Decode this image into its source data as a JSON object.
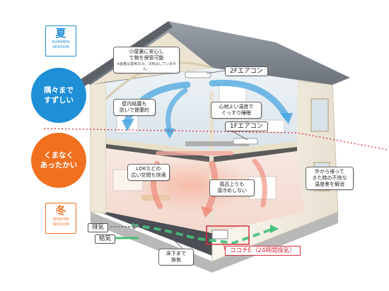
{
  "seasons": {
    "summer": {
      "kanji": "夏",
      "en": "SUMMER\nSEASON",
      "caption": "隅々まで\nすずしい",
      "color": "#1f8fd6"
    },
    "winter": {
      "kanji": "冬",
      "en": "WINTER\nSEASON",
      "caption": "くまなく\nあったかい",
      "color": "#f07020"
    }
  },
  "callouts": {
    "attic": {
      "text": "小屋裏に安心し\nて物を保管可能",
      "note": "※画像は換気のみ。冷房はしていません。"
    },
    "wall": {
      "text": "壁内結露も\n防いで健康的"
    },
    "sleep": {
      "text": "心地よい温度で\nぐっすり睡眠"
    },
    "ldk": {
      "text": "LDKなどの\n広い空間も快適"
    },
    "bath": {
      "text": "風呂上りも\n湯冷めしない"
    },
    "entry": {
      "text": "外から帰って\nきた時の不快な\n温度差を解消"
    },
    "underfloor": {
      "text": "床下まで\n換気"
    }
  },
  "tags": {
    "ac_2f": "2Fエアコン",
    "ac_1f": "1Fエアコン",
    "system": "ココチE（24時間換気）"
  },
  "legend": {
    "exhaust": "排気",
    "supply": "給気"
  },
  "colors": {
    "summer_accent": "#1f8fd6",
    "winter_accent": "#f07020",
    "season_divider": "#d83040",
    "roof": "#7b8088",
    "wall": "#f3efe6",
    "frame": "#e6dcc0"
  }
}
